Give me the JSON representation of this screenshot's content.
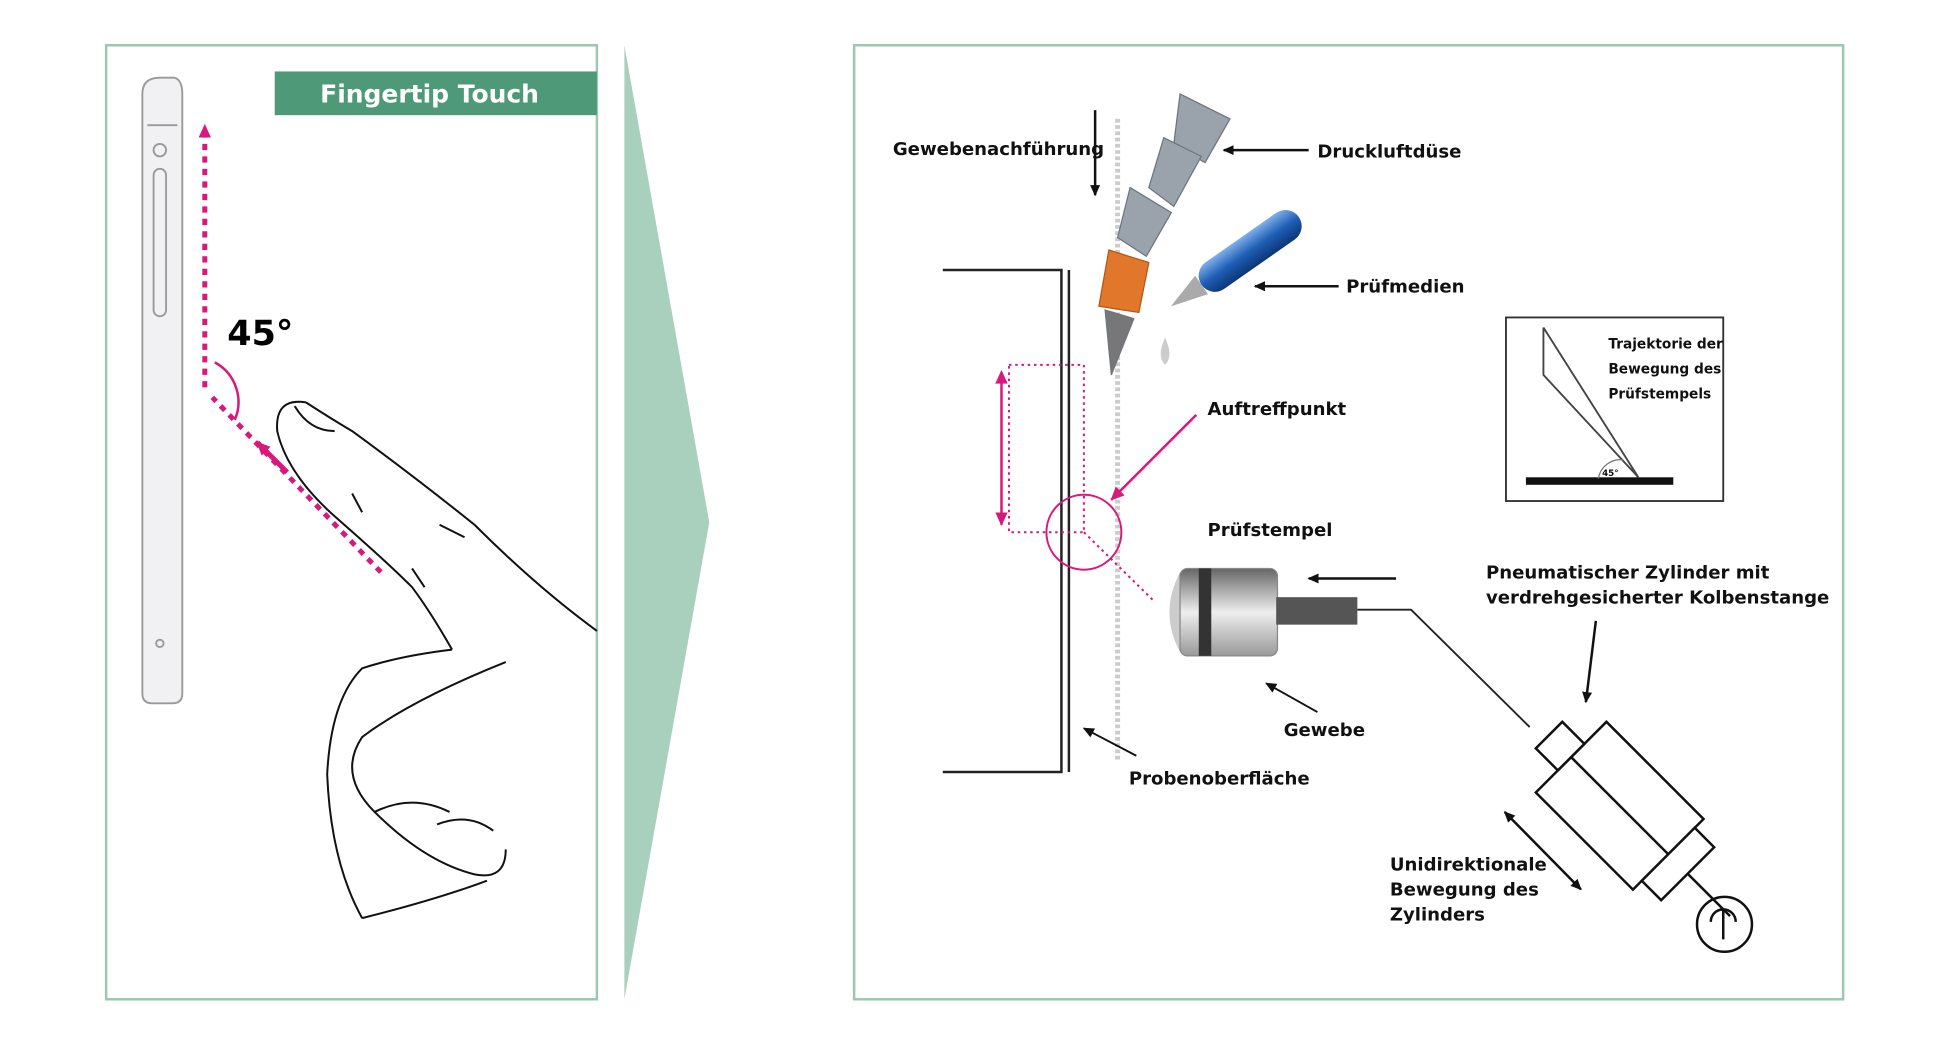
{
  "left_panel": {
    "banner": "Fingertip Touch",
    "angle_label": "45°"
  },
  "right_panel": {
    "labels": {
      "tissue_feed": "Gewebenachführung",
      "air_nozzle": "Druckluftdüse",
      "test_media": "Prüfmedien",
      "impact_point": "Auftreffpunkt",
      "test_stamp": "Prüfstempel",
      "cylinder": [
        "Pneumatischer Zylinder mit",
        "verdrehgesicherter Kolbenstange"
      ],
      "tissue": "Gewebe",
      "sample_surface": "Probenoberfläche",
      "motion": [
        "Unidirektionale",
        "Bewegung des",
        "Zylinders"
      ]
    },
    "inset": {
      "lines": [
        "Trajektorie der",
        "Bewegung des",
        "Prüfstempels"
      ],
      "angle_label": "45°"
    }
  },
  "colors": {
    "accent_green": "#4e9a78",
    "frame_green": "#9cc7b2",
    "divider_green": "#a9cfbd",
    "magenta": "#d8197c",
    "nozzle_orange": "#e0772a",
    "pen_blue": "#1f5fb5"
  }
}
